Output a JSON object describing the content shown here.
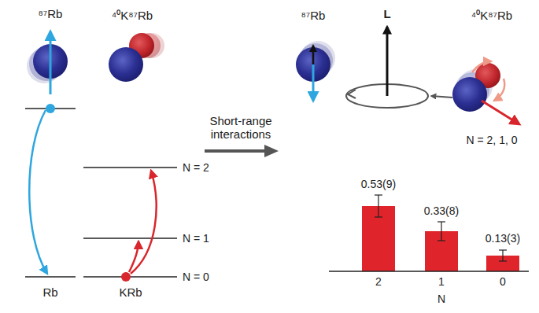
{
  "diagram": {
    "labels": [
      "⁸⁷Rb",
      "⁴⁰K⁸⁷Rb",
      "N = 2",
      "N = 1",
      "N = 0",
      "Rb",
      "KRb",
      "Short-range interactions",
      "L",
      "⁸⁷Rb",
      "⁴⁰K⁸⁷Rb",
      "N = 2, 1, 0",
      "0.53(9)",
      "0.33(8)",
      "0.13(3)",
      "2",
      "1",
      "0",
      "N"
    ]
  }
}
